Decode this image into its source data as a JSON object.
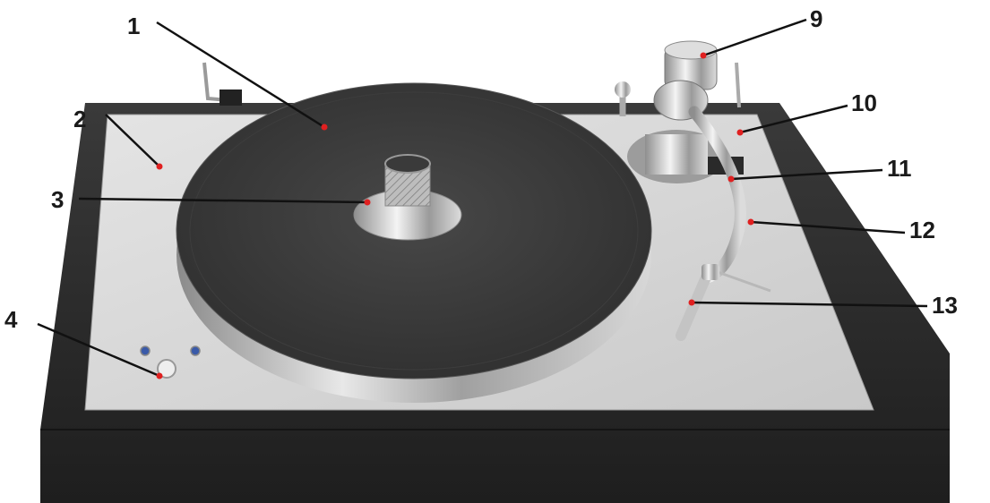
{
  "diagram": {
    "subject": "turntable",
    "colors": {
      "plinth": "#2e2e2e",
      "top_plate": "#d5d5d5",
      "platter_mat": "#3a3a3a",
      "chrome": "#c8c8c8",
      "marker_dot": "#e02020",
      "leader_line": "#111111"
    },
    "callouts": [
      {
        "id": "1",
        "label": "1"
      },
      {
        "id": "2",
        "label": "2"
      },
      {
        "id": "3",
        "label": "3"
      },
      {
        "id": "4",
        "label": "4"
      },
      {
        "id": "9",
        "label": "9"
      },
      {
        "id": "10",
        "label": "10"
      },
      {
        "id": "11",
        "label": "11"
      },
      {
        "id": "12",
        "label": "12"
      },
      {
        "id": "13",
        "label": "13"
      }
    ]
  }
}
